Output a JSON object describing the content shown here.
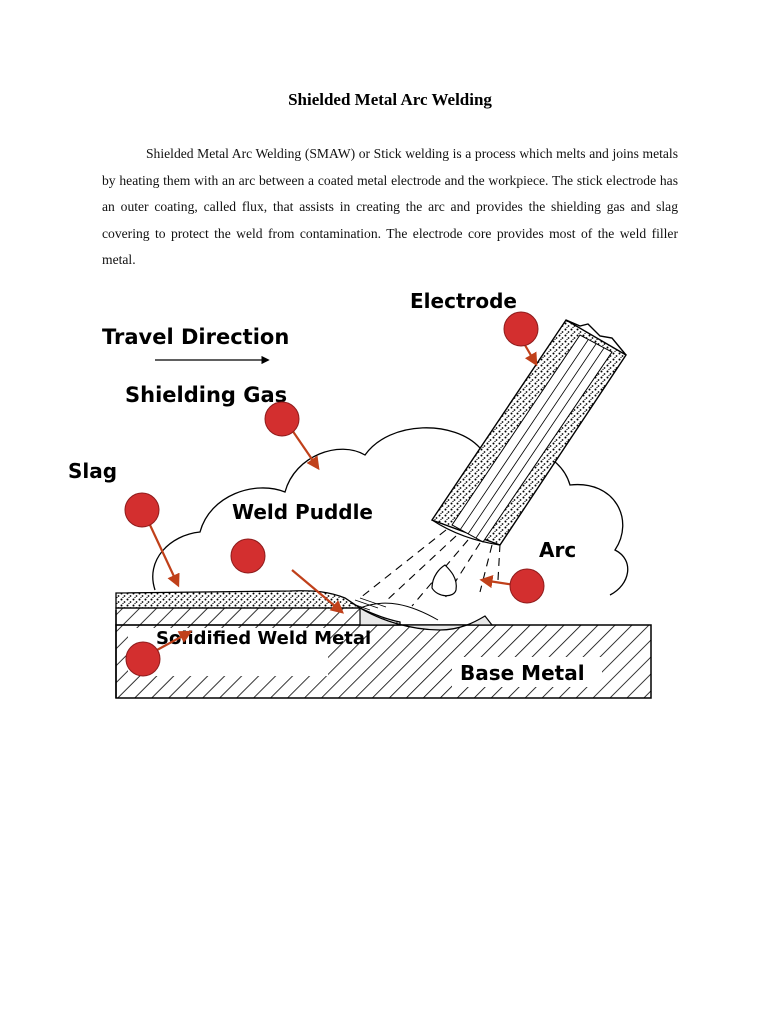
{
  "document": {
    "title": "Shielded Metal Arc Welding",
    "paragraph": "Shielded Metal Arc Welding (SMAW) or Stick welding is a process which melts and joins metals by heating them with an arc between a coated metal electrode and the workpiece. The stick electrode has an outer coating, called flux, that assists in creating the arc and provides the shielding gas and slag covering to protect the weld from contamination. The electrode core provides most of the weld filler metal."
  },
  "diagram": {
    "labels": {
      "electrode": "Electrode",
      "travel_direction": "Travel Direction",
      "shielding_gas": "Shielding Gas",
      "slag": "Slag",
      "weld_puddle": "Weld Puddle",
      "arc": "Arc",
      "solidified_weld_metal": "Solidified Weld Metal",
      "base_metal": "Base Metal"
    },
    "colors": {
      "marker": "#d32f2f",
      "marker_stroke": "#8e1b1b",
      "pointer": "#c0401a",
      "line": "#000000"
    }
  }
}
